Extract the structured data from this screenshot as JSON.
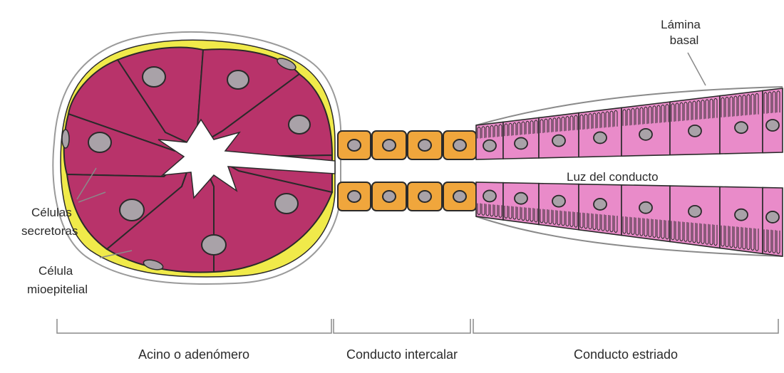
{
  "labels": {
    "lamina_basal_line1": "Lámina",
    "lamina_basal_line2": "basal",
    "luz_conducto": "Luz del conducto",
    "celulas_line1": "Células",
    "celulas_line2": "secretoras",
    "celula_line1": "Célula",
    "celula_line2": "mioepitelial"
  },
  "sections": {
    "acino": "Acino o adenómero",
    "intercalar": "Conducto intercalar",
    "estriado": "Conducto estriado"
  },
  "colors": {
    "secretory": "#b8336a",
    "myoepithelial": "#f0ea4a",
    "intercalated": "#f0a63c",
    "striated": "#e98bc9",
    "nucleus": "#a9a2a8",
    "outline": "#2a2a2a"
  }
}
